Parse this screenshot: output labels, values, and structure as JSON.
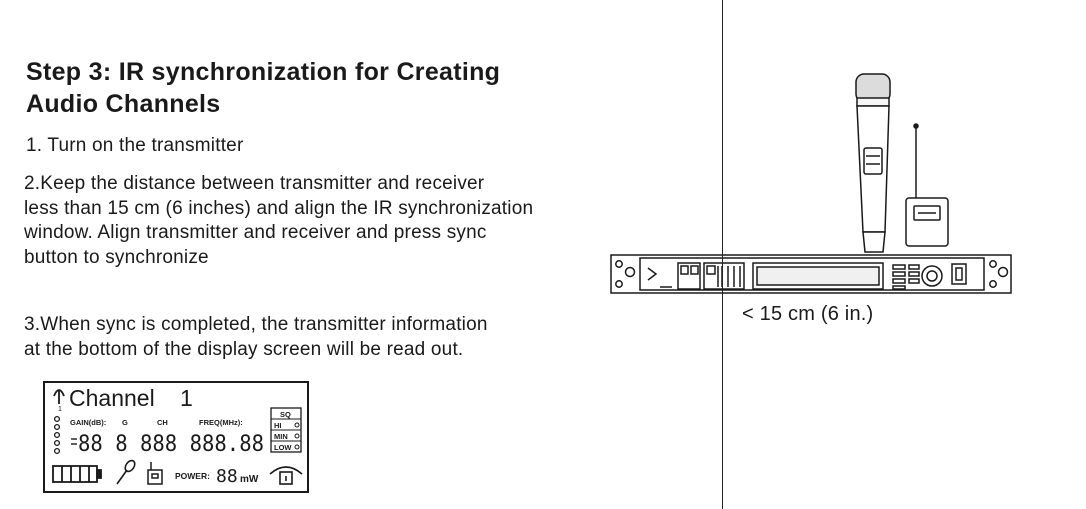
{
  "document": {
    "title_line1": "Step 3: IR synchronization for Creating",
    "title_line2": "Audio Channels",
    "step1": "1. Turn on the transmitter",
    "step2_lines": [
      "2.Keep the distance between transmitter and receiver",
      "less than 15 cm (6 inches) and align the IR synchronization",
      "window. Align transmitter and receiver and press sync",
      "button to synchronize"
    ],
    "step3_lines": [
      "3.When sync is completed, the transmitter information",
      "at the bottom of the display screen will be read out."
    ]
  },
  "diagram": {
    "distance_label": "< 15 cm (6 in.)"
  },
  "lcd": {
    "channel_label": "Channel",
    "channel_number": "1",
    "gain_label": "GAIN(dB):",
    "g_label": "G",
    "ch_label": "CH",
    "freq_label": "FREQ(MHz):",
    "sq_label": "SQ",
    "hi_label": "HI",
    "min_label": "MIN",
    "low_label": "LOW",
    "segment_readout": "88 8 888 888.88",
    "power_label": "POWER:",
    "power_value": "88",
    "power_unit": "mW"
  }
}
